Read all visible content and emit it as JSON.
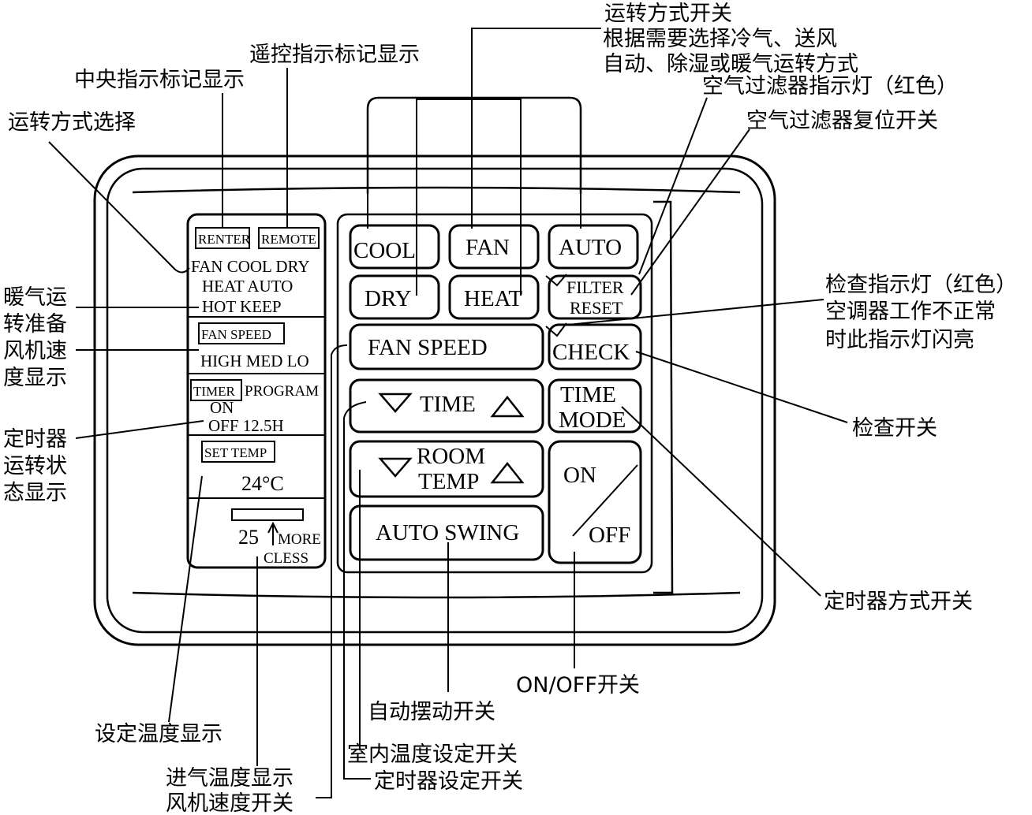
{
  "annotations": {
    "mode_switch_title": "运转方式开关",
    "mode_switch_desc1": "根据需要选择冷气、送风",
    "mode_switch_desc2": "自动、除湿或暖气运转方式",
    "remote_indicator": "遥控指示标记显示",
    "central_indicator": "中央指示标记显示",
    "mode_select": "运转方式选择",
    "filter_light": "空气过滤器指示灯（红色）",
    "filter_reset": "空气过滤器复位开关",
    "check_light1": "检查指示灯（红色）",
    "check_light2": "空调器工作不正常",
    "check_light3": "时此指示灯闪亮",
    "heat_prep": [
      "暖气运",
      "转准备"
    ],
    "fan_speed_disp": [
      "风机速",
      "度显示"
    ],
    "timer_status": [
      "定时器",
      "运转状",
      "态显示"
    ],
    "check_switch": "检查开关",
    "timer_mode_switch": "定时器方式开关",
    "onoff_switch": "ON/OFF开关",
    "auto_swing_switch": "自动摆动开关",
    "set_temp_disp": "设定温度显示",
    "room_temp_switch": "室内温度设定开关",
    "intake_temp_disp": "进气温度显示",
    "timer_set_switch": "定时器设定开关",
    "fan_speed_switch": "风机速度开关"
  },
  "lcd": {
    "renter": "RENTER",
    "remote": "REMOTE",
    "modes_line1": "FAN COOL DRY",
    "modes_line2": "HEAT AUTO",
    "hot_keep": "HOT KEEP",
    "fan_speed_label": "FAN SPEED",
    "fan_speed_levels": "HIGH MED LO",
    "timer_label": "TIMER",
    "program_label": "PROGRAM",
    "timer_on": "ON",
    "timer_off": "OFF 12.5H",
    "set_temp_label": "SET TEMP",
    "set_temp_value": "24°C",
    "intake_value": "25",
    "more": "MORE",
    "less": "CLESS"
  },
  "buttons": {
    "cool": "COOL",
    "fan": "FAN",
    "auto": "AUTO",
    "dry": "DRY",
    "heat": "HEAT",
    "filter": "FILTER",
    "reset": "RESET",
    "fan_speed": "FAN SPEED",
    "check": "CHECK",
    "time": "TIME",
    "time_mode1": "TIME",
    "time_mode2": "MODE",
    "room": "ROOM",
    "temp": "TEMP",
    "on": "ON",
    "off": "OFF",
    "auto_swing": "AUTO SWING"
  }
}
